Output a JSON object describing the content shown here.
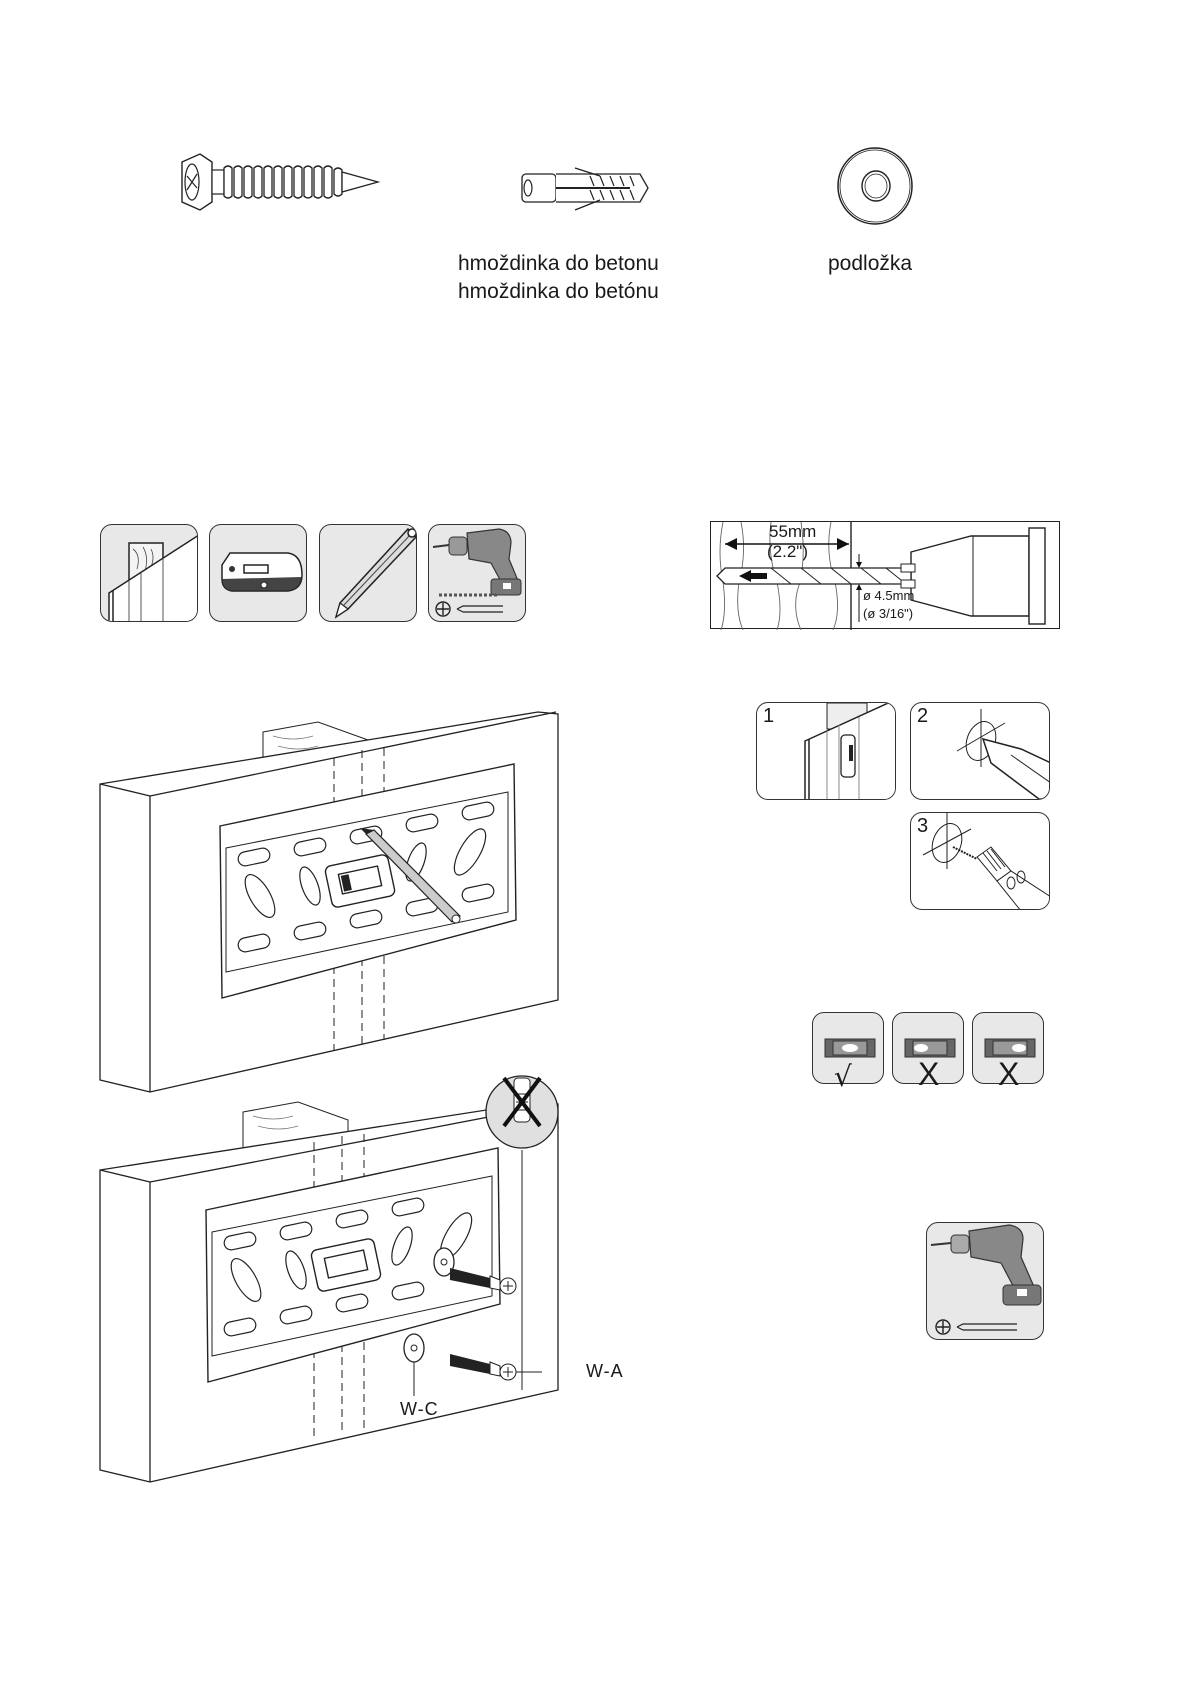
{
  "hardware": {
    "items": [
      {
        "name": "screw",
        "icon": "hex-lag-screw-icon",
        "label_lines": []
      },
      {
        "name": "concrete-anchor",
        "icon": "wall-anchor-icon",
        "label_lines": [
          "hmoždinka do betonu",
          "hmoždinka do betónu"
        ]
      },
      {
        "name": "washer",
        "icon": "washer-icon",
        "label_lines": [
          "podložka"
        ]
      }
    ]
  },
  "tools": {
    "items": [
      {
        "icon": "stud-wall-icon"
      },
      {
        "icon": "stud-finder-icon"
      },
      {
        "icon": "pencil-icon"
      },
      {
        "icon": "drill-and-bits-icon"
      }
    ]
  },
  "drill_spec": {
    "depth_mm": "55mm",
    "depth_in": "(2.2\")",
    "diameter_mm": "ø 4.5mm",
    "diameter_in": "(ø 3/16\")"
  },
  "steps": [
    {
      "number": "1",
      "icon": "stud-finder-on-wall-icon"
    },
    {
      "number": "2",
      "icon": "pencil-mark-icon"
    },
    {
      "number": "3",
      "icon": "drill-hole-icon"
    }
  ],
  "level_check": [
    {
      "bubble": "center",
      "verdict": "correct",
      "mark": "√"
    },
    {
      "bubble": "left",
      "verdict": "incorrect",
      "mark": "X"
    },
    {
      "bubble": "right",
      "verdict": "incorrect",
      "mark": "X"
    }
  ],
  "assembly": {
    "callouts": {
      "screw_label": "W-A",
      "washer_label": "W-C"
    },
    "no_anchor_note": "no-anchor-icon"
  }
}
